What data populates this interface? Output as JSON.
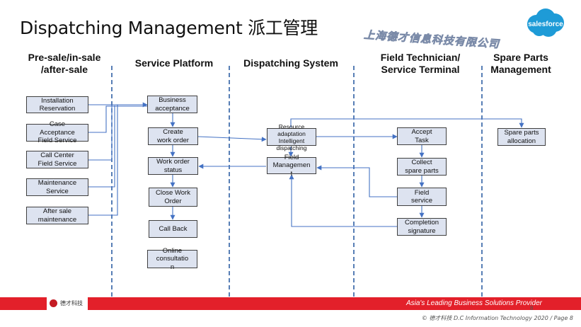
{
  "slide": {
    "title": "Dispatching Management 派工管理",
    "watermark": "上海德才信息科技有限公司",
    "logo_text": "salesforce"
  },
  "columns": [
    {
      "label": "Pre-sale/in-sale /after-sale"
    },
    {
      "label": "Service Platform"
    },
    {
      "label": "Dispatching System"
    },
    {
      "label": "Field Technician/ Service Terminal"
    },
    {
      "label": "Spare Parts Management"
    }
  ],
  "boxes": {
    "installation_reservation": [
      "Installation",
      "Reservation"
    ],
    "case_acceptance": [
      "Case",
      "Acceptance",
      "Field Service"
    ],
    "call_center": [
      "Call Center",
      "Field Service"
    ],
    "maintenance_service": [
      "Maintenance",
      "Service"
    ],
    "after_sale_maintenance": [
      "After sale",
      "maintenance"
    ],
    "business_acceptance": [
      "Business",
      "acceptance"
    ],
    "create_work_order": [
      "Create",
      "work order"
    ],
    "work_order_status": [
      "Work order",
      "status"
    ],
    "close_work_order": [
      "Close Work",
      "Order"
    ],
    "call_back": [
      "Call Back"
    ],
    "online_consultation": [
      "Online",
      "consultatio",
      "n"
    ],
    "resource_adaptation": [
      "Resource",
      "adaptation",
      "Intelligent",
      "dispatching"
    ],
    "field_management": [
      "Field",
      "Managemen",
      "t"
    ],
    "accept_task": [
      "Accept",
      "Task"
    ],
    "collect_spare_parts": [
      "Collect",
      "spare parts"
    ],
    "field_service": [
      "Field",
      "service"
    ],
    "completion_signature": [
      "Completion",
      "signature"
    ],
    "spare_parts_allocation": [
      "Spare parts",
      "allocation"
    ]
  },
  "footer": {
    "logo_text": "德才科技",
    "tagline": "Asia's Leading Business Solutions Provider",
    "copyright": "© 德才科技 D.C Information Technology 2020  /  Page 8",
    "page_number": "8"
  },
  "colors": {
    "box_fill": "#dde3f0",
    "box_border": "#3f3f3f",
    "connector": "#4472c4",
    "divider": "#2e5fa3",
    "footer_bar": "#e3202a",
    "logo_cloud": "#1e9bd7"
  }
}
